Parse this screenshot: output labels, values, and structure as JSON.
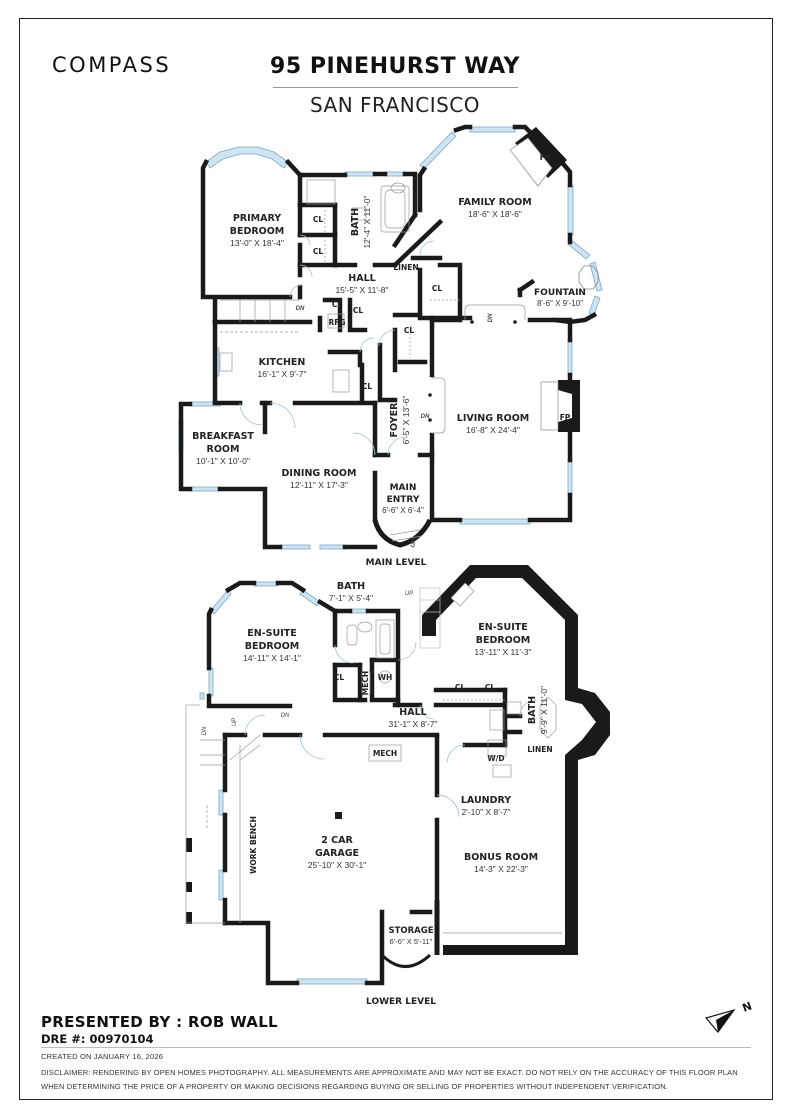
{
  "header": {
    "logo": "COMPASS",
    "title": "95 PINEHURST WAY",
    "subtitle": "SAN FRANCISCO"
  },
  "colors": {
    "wall": "#1a1a1a",
    "window": "#cde4f2",
    "window_edge": "#7fa8c4",
    "door_swing": "#9cc3dc",
    "fixture": "#999999"
  },
  "levels": {
    "main": {
      "label": "MAIN LEVEL",
      "rooms": [
        {
          "id": "primary-bedroom",
          "name_1": "PRIMARY",
          "name_2": "BEDROOM",
          "dims": "13'-0\" X 18'-4\""
        },
        {
          "id": "bath-main",
          "name": "BATH",
          "dims": "12'-4\" X 11'-0\""
        },
        {
          "id": "family-room",
          "name": "FAMILY ROOM",
          "dims": "18'-6\" X 18'-6\""
        },
        {
          "id": "fountain",
          "name": "FOUNTAIN",
          "dims": "8'-6\" X 9'-10\""
        },
        {
          "id": "hall-main",
          "name": "HALL",
          "dims": "15'-5\" X 11'-8\""
        },
        {
          "id": "kitchen",
          "name": "KITCHEN",
          "dims": "16'-1\" X 9'-7\""
        },
        {
          "id": "breakfast-room",
          "name_1": "BREAKFAST",
          "name_2": "ROOM",
          "dims": "10'-1\" X 10'-0\""
        },
        {
          "id": "dining-room",
          "name": "DINING ROOM",
          "dims": "12'-11\" X 17'-3\""
        },
        {
          "id": "foyer",
          "name": "FOYER",
          "dims": "6'-5\" X 13'-6\""
        },
        {
          "id": "main-entry",
          "name_1": "MAIN",
          "name_2": "ENTRY",
          "dims": "6'-6\" X 6'-4\""
        },
        {
          "id": "living-room",
          "name": "LIVING ROOM",
          "dims": "16'-8\" X 24'-4\""
        }
      ],
      "small_labels": {
        "cl": "CL",
        "linen": "LINEN",
        "rfg": "RFG",
        "fp": "FP",
        "dn": "DN",
        "up": "UP"
      }
    },
    "lower": {
      "label": "LOWER LEVEL",
      "rooms": [
        {
          "id": "ensuite-bedroom-1",
          "name_1": "EN-SUITE",
          "name_2": "BEDROOM",
          "dims": "14'-11\" X 14'-1\""
        },
        {
          "id": "bath-lower-1",
          "name": "BATH",
          "dims": "7'-1\" X 5'-4\""
        },
        {
          "id": "ensuite-bedroom-2",
          "name_1": "EN-SUITE",
          "name_2": "BEDROOM",
          "dims": "13'-11\" X 11'-3\""
        },
        {
          "id": "hall-lower",
          "name": "HALL",
          "dims": "31'-1\" X 8'-7\""
        },
        {
          "id": "bath-lower-2",
          "name": "BATH",
          "dims": "9'-9\" X 11'-0\""
        },
        {
          "id": "laundry",
          "name": "LAUNDRY",
          "dims": "2'-10\" X 8'-7\""
        },
        {
          "id": "garage",
          "name_1": "2 CAR",
          "name_2": "GARAGE",
          "dims": "25'-10\" X 30'-1\""
        },
        {
          "id": "bonus-room",
          "name": "BONUS ROOM",
          "dims": "14'-3\" X 22'-3\""
        },
        {
          "id": "storage",
          "name": "STORAGE",
          "dims": "6'-6\" X 5'-11\""
        }
      ],
      "small_labels": {
        "cl": "CL",
        "mech": "MECH",
        "wh": "WH",
        "wd": "W/D",
        "linen": "LINEN",
        "work_bench": "WORK BENCH",
        "dn": "DN",
        "up": "UP"
      }
    }
  },
  "footer": {
    "presented_by": "PRESENTED BY : ROB WALL",
    "dre": "DRE #: 00970104",
    "created": "CREATED ON JANUARY 16, 2026",
    "disclaimer": "DISCLAIMER: RENDERING BY OPEN HOMES PHOTOGRAPHY. ALL MEASUREMENTS ARE APPROXIMATE AND MAY NOT BE EXACT. DO NOT RELY ON THE ACCURACY OF THIS FLOOR PLAN WHEN DETERMINING THE PRICE OF A PROPERTY OR MAKING DECISIONS REGARDING BUYING OR SELLING OF PROPERTIES WITHOUT INDEPENDENT VERIFICATION.",
    "north_icon": "north-arrow-icon",
    "north_label": "N"
  }
}
